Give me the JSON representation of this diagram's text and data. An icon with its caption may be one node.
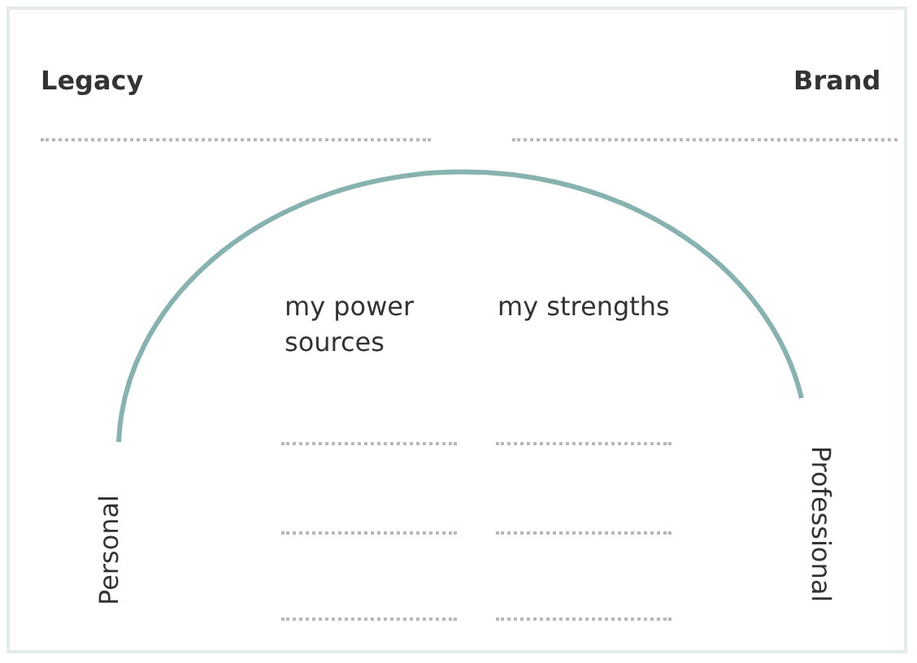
{
  "diagram": {
    "labels": [
      "Legacy",
      "Brand",
      "my power sources",
      "my strengths",
      "Personal",
      "Professional"
    ]
  }
}
